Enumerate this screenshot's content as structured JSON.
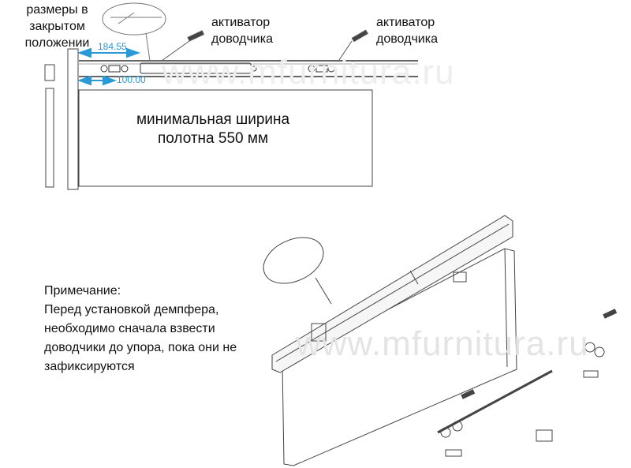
{
  "labels": {
    "closed_position": [
      "размеры в",
      "закрытом",
      "положении"
    ],
    "activator_1": [
      "активатор",
      "доводчика"
    ],
    "activator_2": [
      "активатор",
      "доводчика"
    ],
    "min_width": [
      "минимальная ширина",
      "полотна 550 мм"
    ],
    "note": [
      "Примечание:",
      "Перед установкой демпфера,",
      "необходимо сначала взвести",
      "доводчики до упора, пока они не",
      "зафиксируются"
    ]
  },
  "dimensions": {
    "upper": "184.55",
    "lower": "100.00"
  },
  "watermark": {
    "top": "www.mfurnitura.ru",
    "bottom": "www.mfurnitura.ru"
  },
  "colors": {
    "dimension": "#2a9ad6",
    "line": "#333333",
    "watermark": "#e4e4e4"
  }
}
